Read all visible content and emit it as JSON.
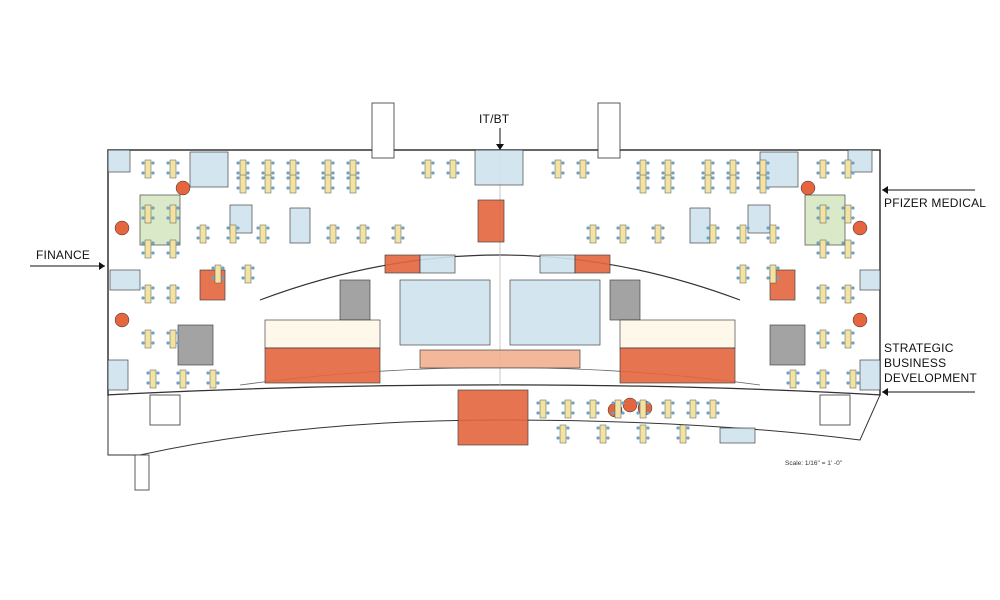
{
  "labels": {
    "top": "IT/BT",
    "left": "FINANCE",
    "right_top": "PFIZER MEDICAL",
    "right_bottom_1": "STRATEGIC",
    "right_bottom_2": "BUSINESS",
    "right_bottom_3": "DEVELOPMENT"
  },
  "scale": "Scale: 1/16\" = 1' -0\"",
  "colors": {
    "workstation": "#f2e3a2",
    "meeting_room": "#cfe4ef",
    "collaboration": "#e4653e",
    "support": "#d6e7c1",
    "core": "#9a9a9a",
    "chair": "#6ea3c4",
    "line": "#333333"
  }
}
